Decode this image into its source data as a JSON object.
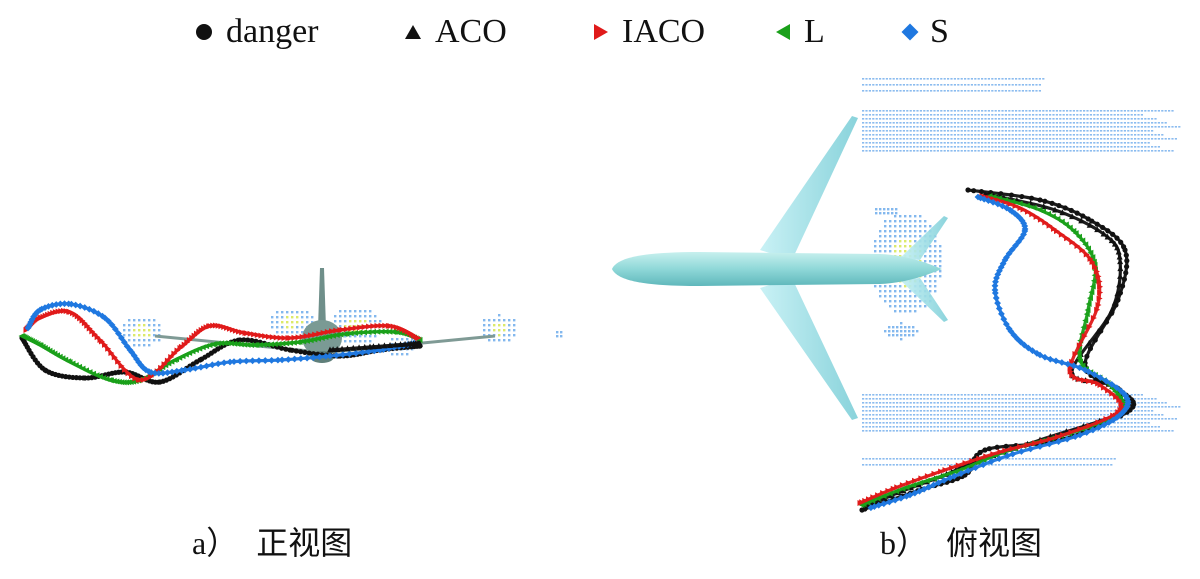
{
  "legend": [
    {
      "label": "danger",
      "shape": "circle",
      "color": "#111111"
    },
    {
      "label": "ACO",
      "shape": "triangle-up",
      "color": "#111111"
    },
    {
      "label": "IACO",
      "shape": "triangle-right",
      "color": "#e01a1a"
    },
    {
      "label": "L",
      "shape": "triangle-left",
      "color": "#1aa01a"
    },
    {
      "label": "S",
      "shape": "diamond",
      "color": "#1f78e0"
    }
  ],
  "captions": {
    "front": {
      "prefix": "a）",
      "text": "正视图"
    },
    "top": {
      "prefix": "b）",
      "text": "俯视图"
    }
  },
  "colors": {
    "aircraft_body": "#8fd8d8",
    "aircraft_wing": "#a8e4ea",
    "danger_cloud": "#5aa0e8",
    "danger_core": "#d8e85a"
  }
}
